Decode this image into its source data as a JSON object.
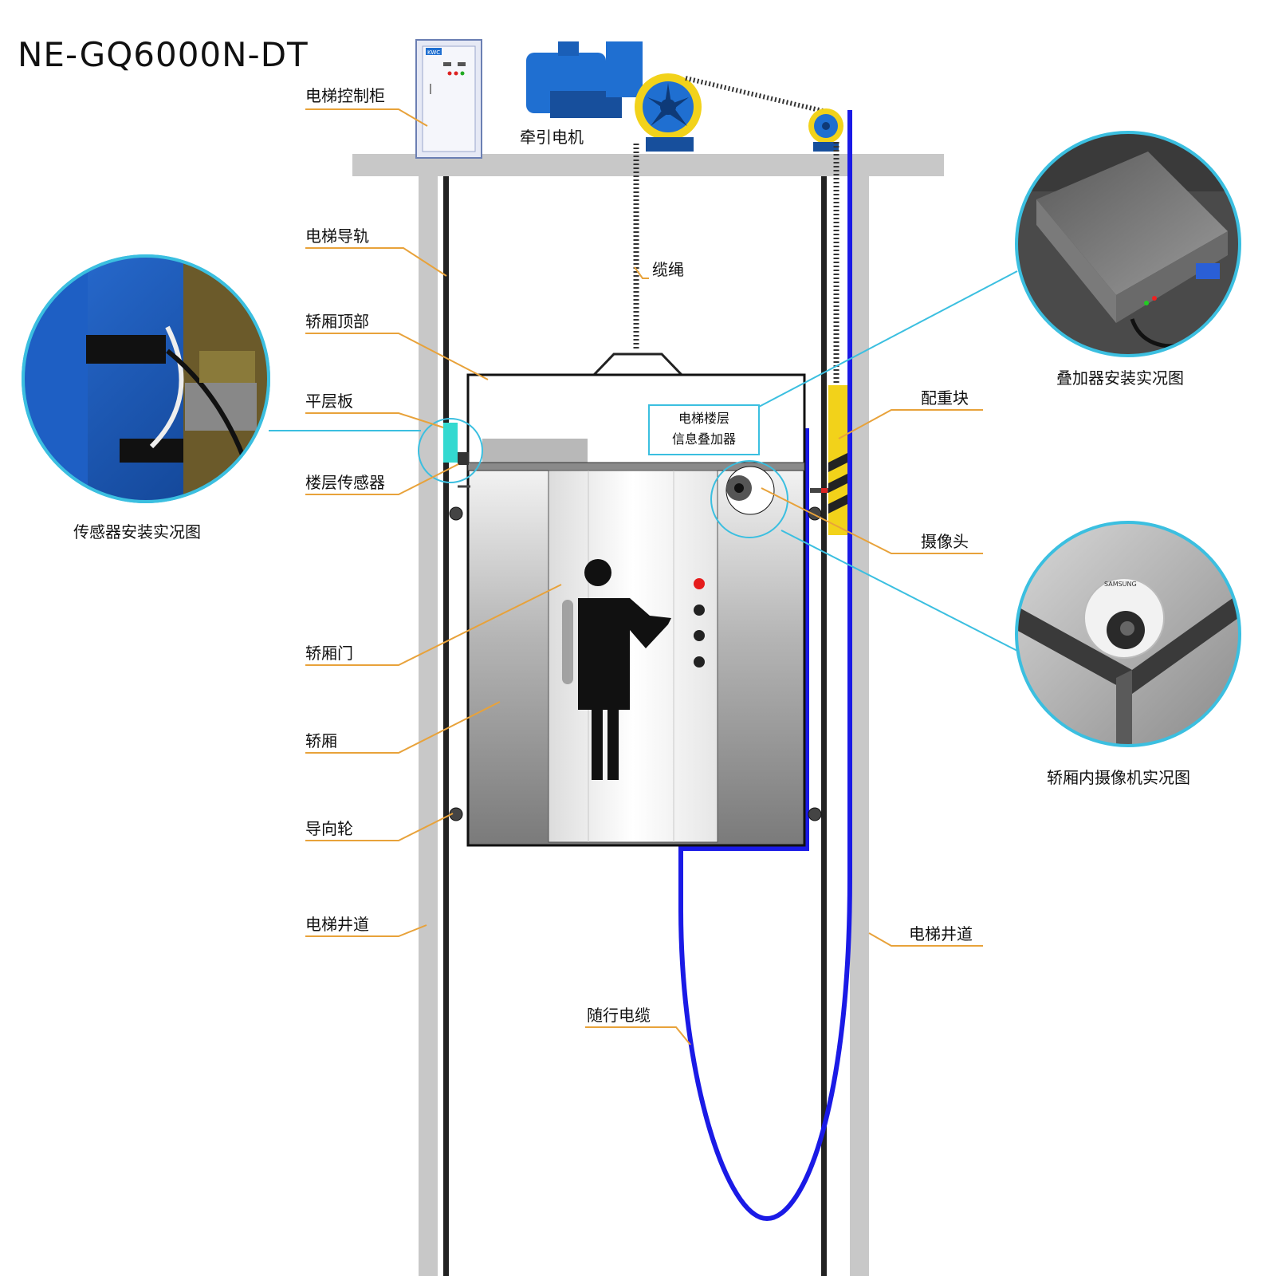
{
  "title": "NE-GQ6000N-DT",
  "labels": {
    "control_cabinet": "电梯控制柜",
    "traction_motor": "牵引电机",
    "guide_rail": "电梯导轨",
    "rope": "缆绳",
    "car_top": "轿厢顶部",
    "leveling_plate": "平层板",
    "floor_sensor": "楼层传感器",
    "car_door": "轿厢门",
    "car": "轿厢",
    "guide_wheel": "导向轮",
    "shaft_left": "电梯井道",
    "shaft_right": "电梯井道",
    "traveling_cable": "随行电缆",
    "counterweight": "配重块",
    "camera": "摄像头"
  },
  "overlay_box": {
    "line1": "电梯楼层",
    "line2": "信息叠加器"
  },
  "cabinet_brand": "KWC",
  "captions": {
    "sensor_photo": "传感器安装实况图",
    "overlay_photo": "叠加器安装实况图",
    "camera_photo": "轿厢内摄像机实况图",
    "camera_brand": "SAMSUNG"
  },
  "colors": {
    "leader_orange": "#e8a23a",
    "callout_cyan": "#3bbfe0",
    "cable_blue": "#1a1ae6",
    "counterweight_yellow": "#f2d21a",
    "structure_gray": "#c8c8c8",
    "sensor_cyan": "#33d9d0",
    "motor_blue": "#1f6fd1"
  },
  "icons": [
    "person-icon",
    "camera-icon",
    "traction-motor-icon",
    "control-cabinet-icon",
    "guide-wheel-icon"
  ]
}
